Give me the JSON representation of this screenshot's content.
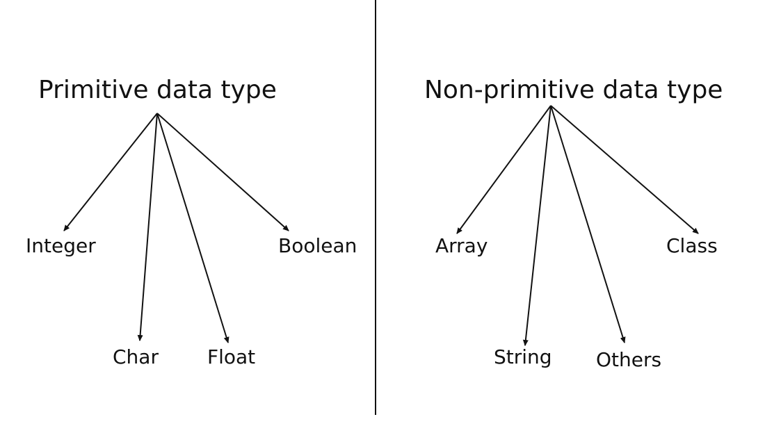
{
  "trees": {
    "left": {
      "title": "Primitive data type",
      "children": [
        "Integer",
        "Char",
        "Float",
        "Boolean"
      ]
    },
    "right": {
      "title": "Non-primitive data type",
      "children": [
        "Array",
        "String",
        "Others",
        "Class"
      ]
    }
  },
  "colors": {
    "ink": "#111111",
    "background": "#ffffff"
  }
}
